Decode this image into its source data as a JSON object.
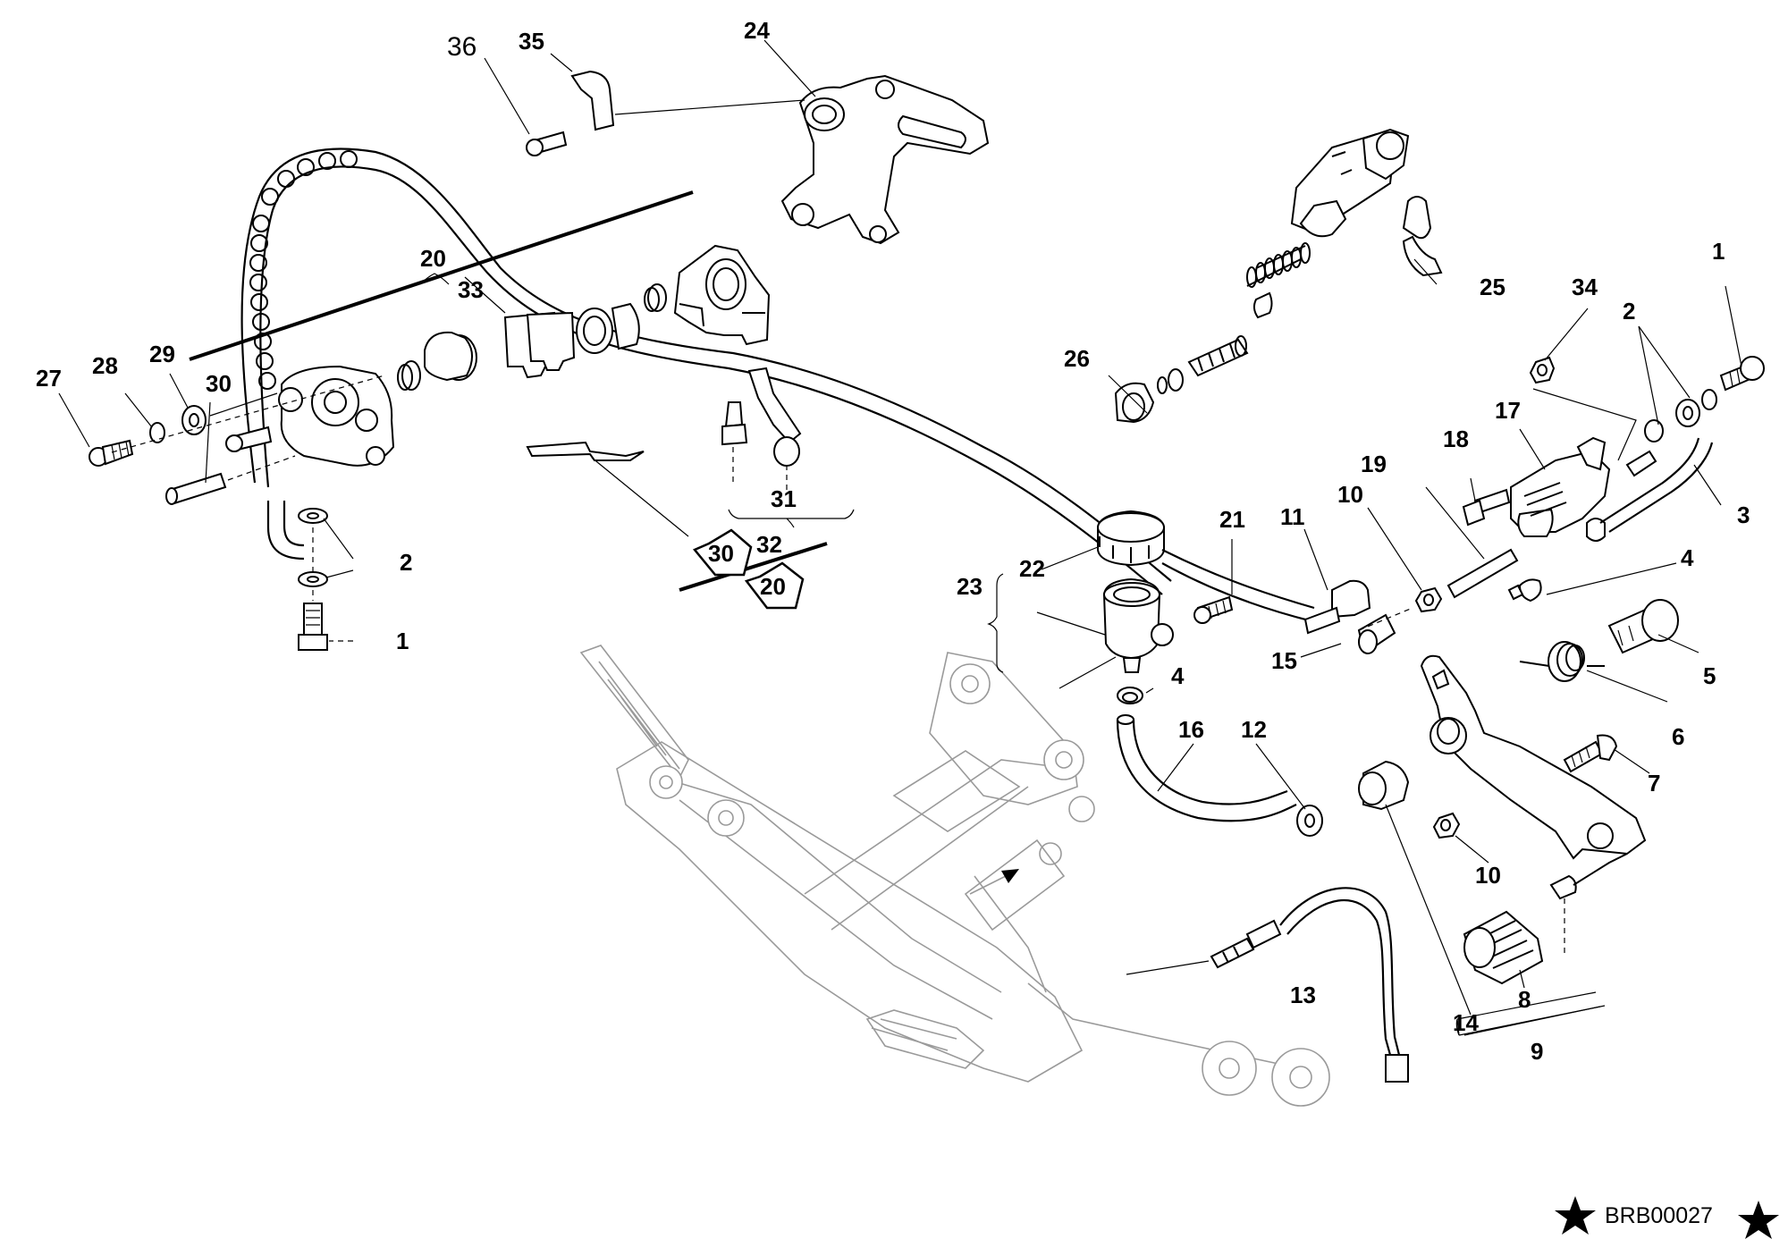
{
  "diagram": {
    "drawing_code": "BRB00027",
    "callouts": [
      {
        "id": "c1a",
        "text": "1"
      },
      {
        "id": "c1b",
        "text": "1"
      },
      {
        "id": "c2a",
        "text": "2"
      },
      {
        "id": "c2b",
        "text": "2"
      },
      {
        "id": "c3",
        "text": "3"
      },
      {
        "id": "c4a",
        "text": "4"
      },
      {
        "id": "c4b",
        "text": "4"
      },
      {
        "id": "c5",
        "text": "5"
      },
      {
        "id": "c6",
        "text": "6"
      },
      {
        "id": "c7",
        "text": "7"
      },
      {
        "id": "c8",
        "text": "8"
      },
      {
        "id": "c9",
        "text": "9"
      },
      {
        "id": "c10a",
        "text": "10"
      },
      {
        "id": "c10b",
        "text": "10"
      },
      {
        "id": "c11",
        "text": "11"
      },
      {
        "id": "c12",
        "text": "12"
      },
      {
        "id": "c13",
        "text": "13"
      },
      {
        "id": "c14",
        "text": "14"
      },
      {
        "id": "c15",
        "text": "15"
      },
      {
        "id": "c16",
        "text": "16"
      },
      {
        "id": "c17",
        "text": "17"
      },
      {
        "id": "c18",
        "text": "18"
      },
      {
        "id": "c19",
        "text": "19"
      },
      {
        "id": "c20",
        "text": "20"
      },
      {
        "id": "c21",
        "text": "21"
      },
      {
        "id": "c22",
        "text": "22"
      },
      {
        "id": "c23",
        "text": "23"
      },
      {
        "id": "c24",
        "text": "24"
      },
      {
        "id": "c25",
        "text": "25"
      },
      {
        "id": "c26",
        "text": "26"
      },
      {
        "id": "c27",
        "text": "27"
      },
      {
        "id": "c28",
        "text": "28"
      },
      {
        "id": "c29",
        "text": "29"
      },
      {
        "id": "c30",
        "text": "30"
      },
      {
        "id": "c31",
        "text": "31"
      },
      {
        "id": "c32",
        "text": "32"
      },
      {
        "id": "c33",
        "text": "33"
      },
      {
        "id": "c34",
        "text": "34"
      },
      {
        "id": "c35",
        "text": "35"
      },
      {
        "id": "c36",
        "text": "36"
      }
    ],
    "kit_badges": [
      {
        "id": "k30",
        "text": "30"
      },
      {
        "id": "k20",
        "text": "20"
      }
    ]
  }
}
